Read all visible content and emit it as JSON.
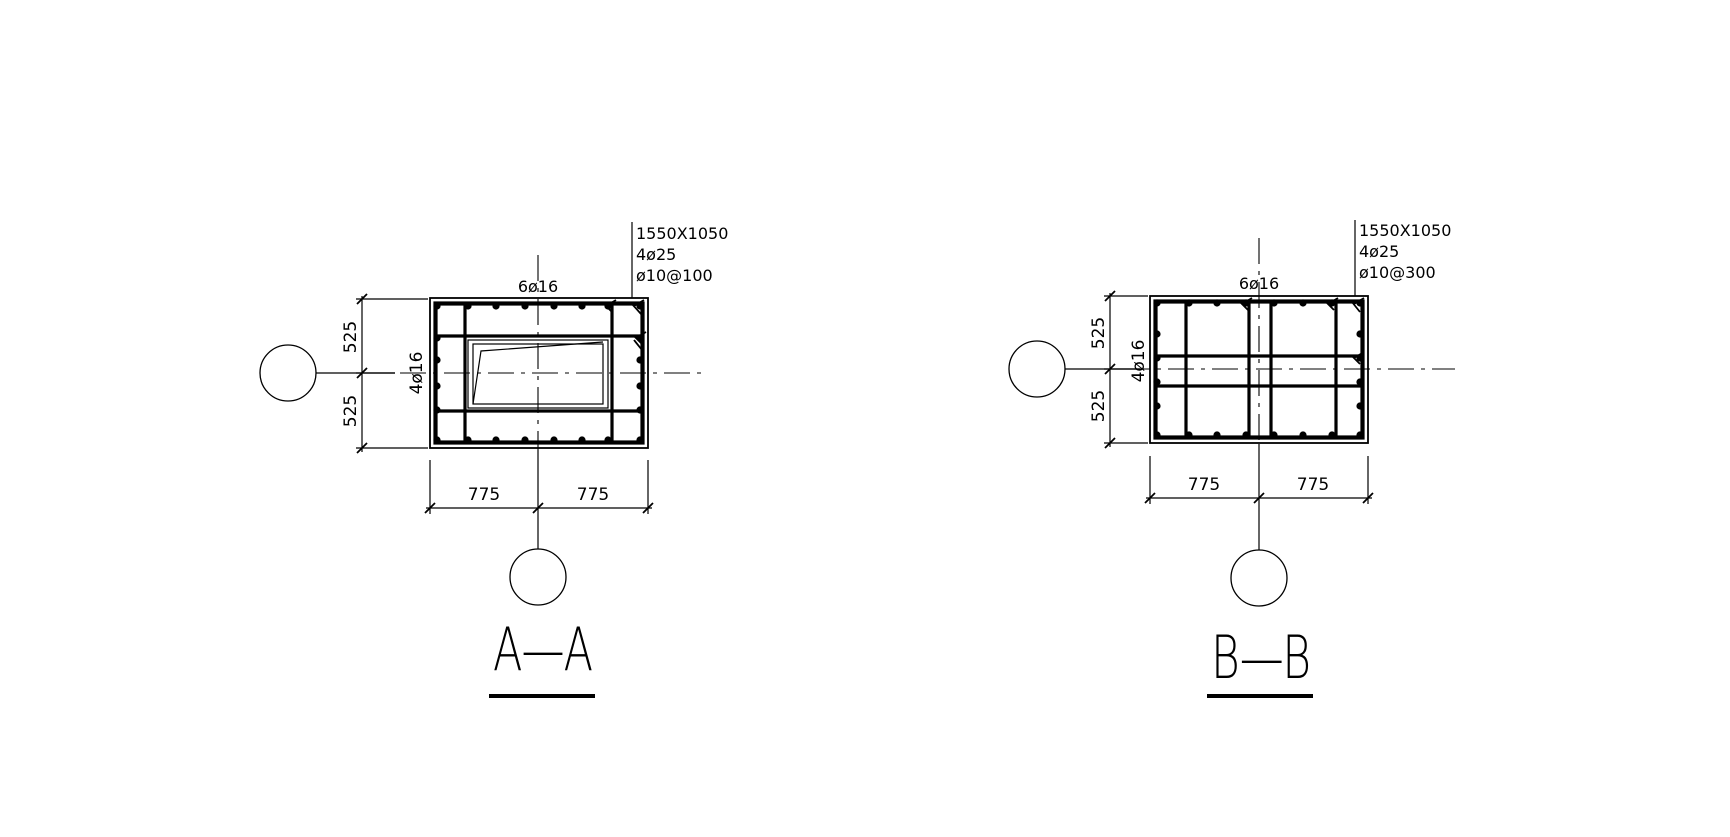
{
  "sections": [
    {
      "id": "A-A",
      "title": "A—A",
      "size": "1550X1050",
      "main_bars": "4ø25",
      "stirrups": "ø10@100",
      "top_bars": "6ø16",
      "side_bars": "4ø16",
      "dim_top": "525",
      "dim_bottom": "525",
      "dim_left": "775",
      "dim_right": "775"
    },
    {
      "id": "B-B",
      "title": "B—B",
      "size": "1550X1050",
      "main_bars": "4ø25",
      "stirrups": "ø10@300",
      "top_bars": "6ø16",
      "side_bars": "4ø16",
      "dim_top": "525",
      "dim_bottom": "525",
      "dim_left": "775",
      "dim_right": "775"
    }
  ]
}
